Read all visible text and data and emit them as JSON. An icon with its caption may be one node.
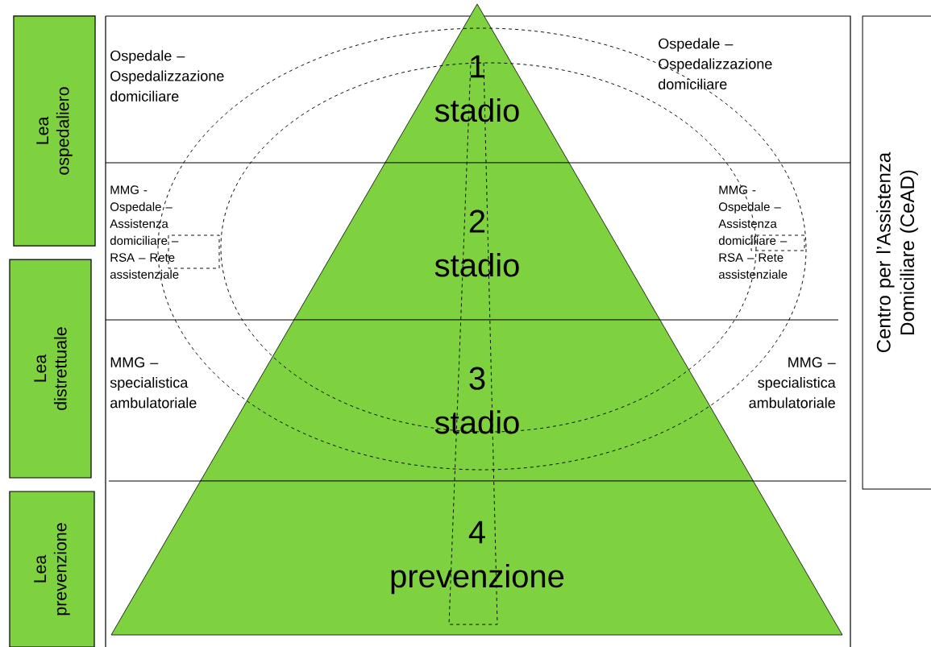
{
  "diagram": {
    "nodes": [
      {
        "text": [
          "Lea ospedaliero"
        ]
      },
      {
        "text": [
          "Lea distrettuale"
        ]
      },
      {
        "text": [
          "Lea prevenzione"
        ]
      },
      {
        "text": [
          "1 stadio"
        ]
      },
      {
        "text": [
          "2 stadio"
        ]
      },
      {
        "text": [
          "3 stadio"
        ]
      },
      {
        "text": [
          "4 prevenzione"
        ]
      },
      {
        "text": [
          "Centro per l’Assistenza Domiciliare (CeAD)"
        ]
      }
    ],
    "labels": [
      "Ospedale – Ospedalizzazione domiciliare",
      "Ospedale – Ospedalizzazione domiciliare",
      "MMG - Ospedale – Assistenza domiciliare – RSA – Rete assistenziale",
      "MMG - Ospedale – Assistenza domiciliare – RSA – Rete assistenziale",
      "MMG – specialistica ambulatoriale",
      "MMG – specialistica ambulatoriale"
    ]
  }
}
